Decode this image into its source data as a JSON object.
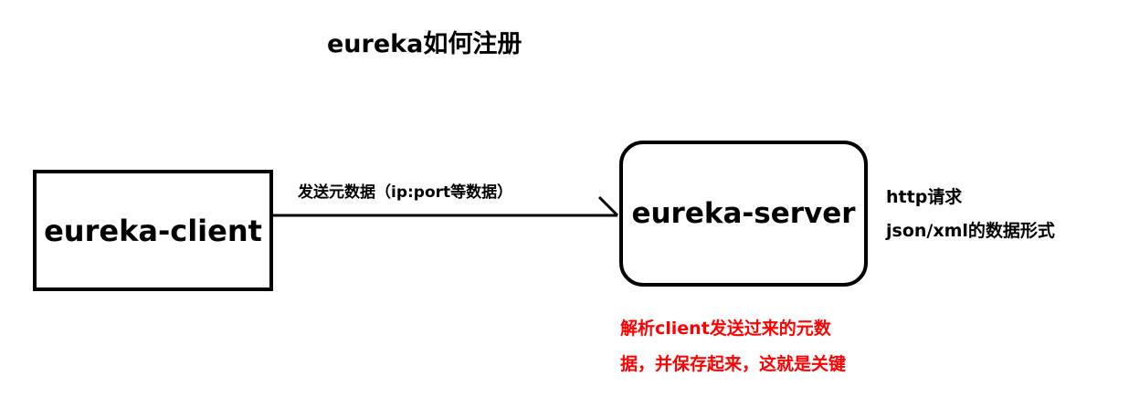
{
  "title": "eureka如何注册",
  "nodes": {
    "client": "eureka-client",
    "server": "eureka-server"
  },
  "edge": {
    "label": "发送元数据（ip:port等数据）"
  },
  "server_notes": [
    "http请求",
    "json/xml的数据形式"
  ],
  "annotation": {
    "color": "#ff0000",
    "lines": [
      "解析client发送过来的元数",
      "据，并保存起来，这就是关键"
    ]
  }
}
